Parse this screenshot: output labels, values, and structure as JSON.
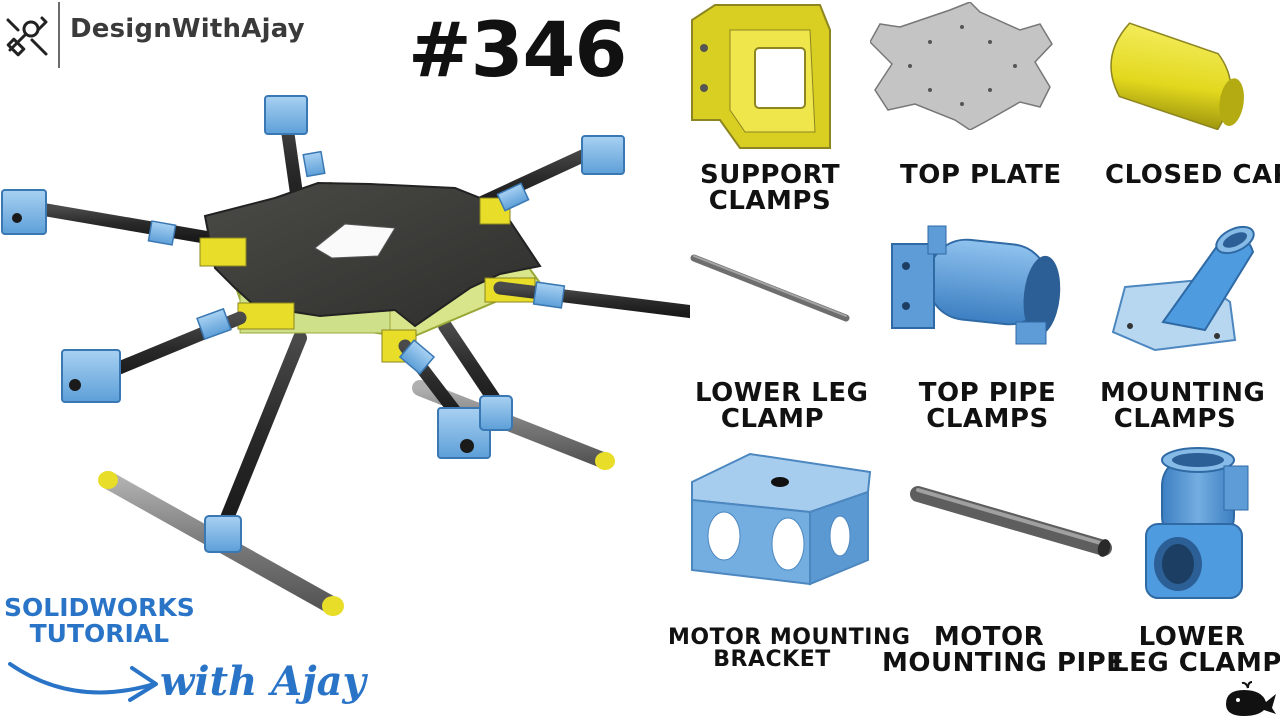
{
  "brand": {
    "name": "DesignWithAjay",
    "logo_icon": "tools-wrench-icon"
  },
  "episode": "#346",
  "parts": [
    {
      "id": "support-clamps",
      "label": [
        "SUPPORT",
        "CLAMPS"
      ],
      "color": "#e8de2a"
    },
    {
      "id": "top-plate",
      "label": [
        "TOP PLATE"
      ],
      "color": "#c9c9c9"
    },
    {
      "id": "closed-cap",
      "label": [
        "CLOSED CAP"
      ],
      "color": "#e8de2a"
    },
    {
      "id": "lower-leg-clamp-rod",
      "label": [
        "LOWER LEG",
        "CLAMP"
      ],
      "color": "#6e6e6e"
    },
    {
      "id": "top-pipe-clamps",
      "label": [
        "TOP PIPE",
        "CLAMPS"
      ],
      "color": "#4e9be0"
    },
    {
      "id": "mounting-clamps",
      "label": [
        "MOUNTING",
        "CLAMPS"
      ],
      "color": "#4e9be0"
    },
    {
      "id": "motor-mounting-bracket",
      "label": [
        "MOTOR MOUNTING",
        "BRACKET"
      ],
      "color": "#7fb7e6"
    },
    {
      "id": "motor-mounting-pipe",
      "label": [
        "MOTOR",
        "MOUNTING PIPE"
      ],
      "color": "#6e6e6e"
    },
    {
      "id": "lower-leg-clamp",
      "label": [
        "LOWER",
        "LEG CLAMP"
      ],
      "color": "#4e9be0"
    }
  ],
  "tutorial": {
    "line1": "SOLIDWORKS",
    "line2": "TUTORIAL",
    "with": "with Ajay",
    "accent": "#2a74c7"
  },
  "colors": {
    "carbon": "#2b2b2b",
    "blue_part": "#7fb7e6",
    "yellow_part": "#e8de2a",
    "plate_dark": "#3a3a38"
  }
}
